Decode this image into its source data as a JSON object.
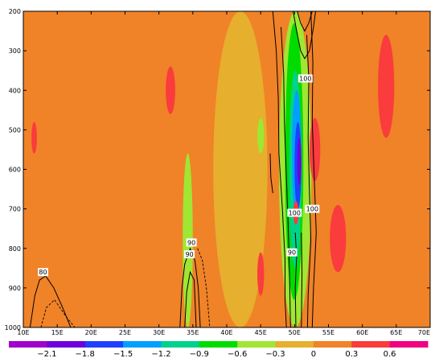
{
  "chart_data": {
    "type": "heatmap",
    "title": "",
    "xlabel": "",
    "ylabel": "",
    "x_ticks": [
      "10E",
      "15E",
      "20E",
      "25E",
      "30E",
      "35E",
      "40E",
      "45E",
      "50E",
      "55E",
      "60E",
      "65E",
      "70E"
    ],
    "y_ticks": [
      "200",
      "300",
      "400",
      "500",
      "600",
      "700",
      "800",
      "900",
      "1000"
    ],
    "xlim": [
      10,
      70
    ],
    "ylim": [
      1000,
      200
    ],
    "y_inverted": true,
    "grid": false,
    "background_value_range": [
      0,
      0.3
    ],
    "colorbar": {
      "position": "bottom",
      "levels": [
        "-2.1",
        "-1.8",
        "-1.5",
        "-1.2",
        "-0.9",
        "-0.6",
        "-0.3",
        "0",
        "0.3",
        "0.6"
      ],
      "colors": [
        "#a000c8",
        "#6e00dc",
        "#2040ff",
        "#00a0ff",
        "#00d28c",
        "#00dc00",
        "#a0e632",
        "#e6af2d",
        "#f08228",
        "#fa3c3c",
        "#f00082"
      ]
    },
    "filled_regions": [
      {
        "class": "0",
        "lon": [
          38,
          46
        ],
        "p": [
          200,
          1000
        ]
      },
      {
        "class": "-0.3",
        "lon": [
          33.5,
          35
        ],
        "p": [
          560,
          1000
        ]
      },
      {
        "class": "-0.3",
        "lon": [
          47.7,
          52.5
        ],
        "p": [
          200,
          1000
        ]
      },
      {
        "class": "-0.3",
        "lon": [
          44.5,
          45.5
        ],
        "p": [
          470,
          560
        ]
      },
      {
        "class": "-0.6",
        "lon": [
          48.6,
          51.3
        ],
        "p": [
          230,
          930
        ]
      },
      {
        "class": "-0.9",
        "lon": [
          49.2,
          51
        ],
        "p": [
          350,
          850
        ]
      },
      {
        "class": "-1.2",
        "lon": [
          49.6,
          51
        ],
        "p": [
          400,
          720
        ]
      },
      {
        "class": "-1.5",
        "lon": [
          50,
          51
        ],
        "p": [
          480,
          700
        ]
      },
      {
        "class": "-1.8",
        "lon": [
          50.4,
          51
        ],
        "p": [
          520,
          640
        ]
      },
      {
        "class": "0.6",
        "lon": [
          62.3,
          64.7
        ],
        "p": [
          260,
          520
        ]
      },
      {
        "class": "0.6",
        "lon": [
          31,
          32.4
        ],
        "p": [
          340,
          460
        ]
      },
      {
        "class": "0.6",
        "lon": [
          11.2,
          12
        ],
        "p": [
          480,
          560
        ]
      },
      {
        "class": "0.6",
        "lon": [
          55.2,
          57.6
        ],
        "p": [
          690,
          860
        ]
      },
      {
        "class": "0.6",
        "lon": [
          52.2,
          53.8
        ],
        "p": [
          470,
          630
        ]
      },
      {
        "class": "0.6",
        "lon": [
          44.5,
          45.5
        ],
        "p": [
          810,
          920
        ]
      },
      {
        "class": "0.6",
        "lon": [
          49.8,
          50.6
        ],
        "p": [
          680,
          740
        ]
      }
    ],
    "contour_labels": [
      {
        "text": "100",
        "lon": 51.6,
        "p": 370
      },
      {
        "text": "100",
        "lon": 52.6,
        "p": 700
      },
      {
        "text": "100",
        "lon": 50,
        "p": 710
      },
      {
        "text": "90",
        "lon": 49.6,
        "p": 810
      },
      {
        "text": "90",
        "lon": 34.8,
        "p": 785
      },
      {
        "text": "90",
        "lon": 34.5,
        "p": 815
      },
      {
        "text": "80",
        "lon": 12.9,
        "p": 860
      }
    ]
  }
}
